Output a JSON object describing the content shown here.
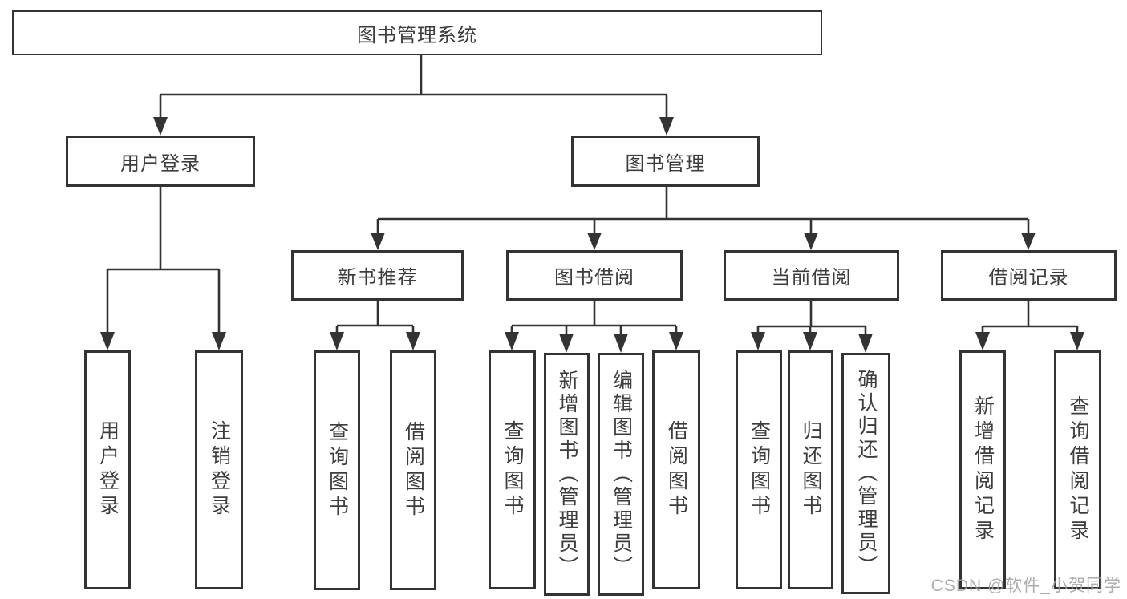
{
  "tree": {
    "root": {
      "label": "图书管理系统",
      "children": [
        {
          "label": "用户登录",
          "children": [
            {
              "label": "用户登录"
            },
            {
              "label": "注销登录"
            }
          ]
        },
        {
          "label": "图书管理",
          "children": [
            {
              "label": "新书推荐",
              "children": [
                {
                  "label": "查询图书"
                },
                {
                  "label": "借阅图书"
                }
              ]
            },
            {
              "label": "图书借阅",
              "children": [
                {
                  "label": "查询图书"
                },
                {
                  "label": "新增图书（管理员）"
                },
                {
                  "label": "编辑图书（管理员）"
                },
                {
                  "label": "借阅图书"
                }
              ]
            },
            {
              "label": "当前借阅",
              "children": [
                {
                  "label": "查询图书"
                },
                {
                  "label": "归还图书"
                },
                {
                  "label": "确认归还（管理员）"
                }
              ]
            },
            {
              "label": "借阅记录",
              "children": [
                {
                  "label": "新增借阅记录"
                },
                {
                  "label": "查询借阅记录"
                }
              ]
            }
          ]
        }
      ]
    }
  },
  "watermark": {
    "text": "CSDN @软件_小贺同学"
  },
  "colors": {
    "line": "#333333",
    "text": "#3d3d3d",
    "watermark": "#9e9e9e",
    "background": "#ffffff"
  }
}
